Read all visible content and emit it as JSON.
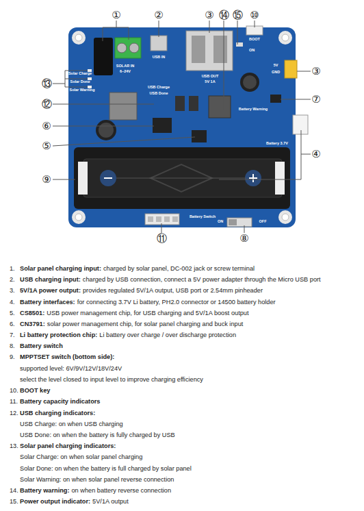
{
  "diagram": {
    "labels": [
      "①",
      "②",
      "③",
      "⑭",
      "⑮",
      "⑩",
      "③",
      "⑦",
      "④",
      "⑬",
      "⑫",
      "⑥",
      "⑤",
      "⑨",
      "⑪",
      "⑧",
      "SOLAR IN",
      "6~24V",
      "USB IN",
      "USB Charge",
      "USB Done",
      "USB OUT",
      "5V 1A",
      "BOOT",
      "ON",
      "5V",
      "GND",
      "Battery Warning",
      "Battery 3.7V",
      "Solar Charge",
      "Solar Done",
      "Solar Warning",
      "Battery Switch",
      "ON",
      "OFF",
      "1.",
      "Solar panel charging input:",
      "charged by solar panel, DC-002 jack or screw terminal",
      "2.",
      "USB charging input:",
      "charged by USB connection, connect a 5V power adapter through the Micro USB port",
      "3.",
      "5V/1A power output:",
      "provides regulated 5V/1A output, USB port or 2.54mm pinheader",
      "4.",
      "Battery interfaces:",
      "for connecting 3.7V Li battery, PH2.0 connector or 14500 battery holder",
      "5.",
      "CS8501:",
      "USB power management chip, for USB charging and 5V/1A boost output",
      "6.",
      "CN3791:",
      "solar power management chip, for solar panel charging and buck input",
      "7.",
      "Li battery protection chip:",
      "Li battery over charge / over discharge protection",
      "8.",
      "Battery switch",
      "9.",
      "MPPTSET switch (bottom side):",
      "supported level: 6V/9V/12V/18V/24V",
      "select the level closed to input level to improve charging efficiency",
      "10.",
      "BOOT key",
      "11.",
      "Battery capacity indicators",
      "12.",
      "USB charging indicators:",
      "USB Charge: on when USB charging",
      "USB Done: on when the battery is fully charged by USB",
      "13.",
      "Solar panel charging indicators:",
      "Solar Charge: on when solar panel charging",
      "Solar Done: on when the battery is full charged by solar panel",
      "Solar Warning: on when solar panel reverse connection",
      "14.",
      "Battery warning:",
      "on when battery reverse connection",
      "15.",
      "Power output indicator:",
      "5V/1A output"
    ]
  }
}
